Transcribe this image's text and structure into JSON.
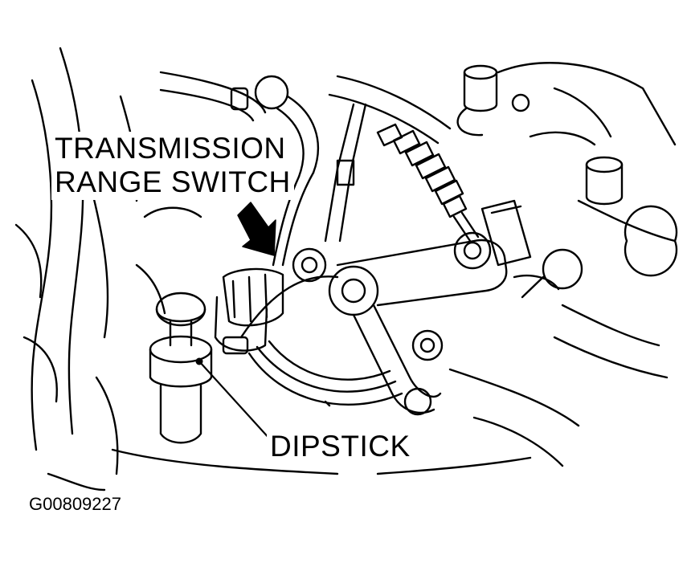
{
  "labels": {
    "transmission_range_switch": [
      "TRANSMISSION",
      "RANGE SWITCH"
    ],
    "dipstick": "DIPSTICK"
  },
  "figure_id": "G00809227",
  "colors": {
    "ink": "#000000",
    "paper": "#ffffff"
  },
  "callouts": {
    "switch_pointer": "arrow-down-right-icon",
    "dipstick_pointer": "leader-line"
  }
}
